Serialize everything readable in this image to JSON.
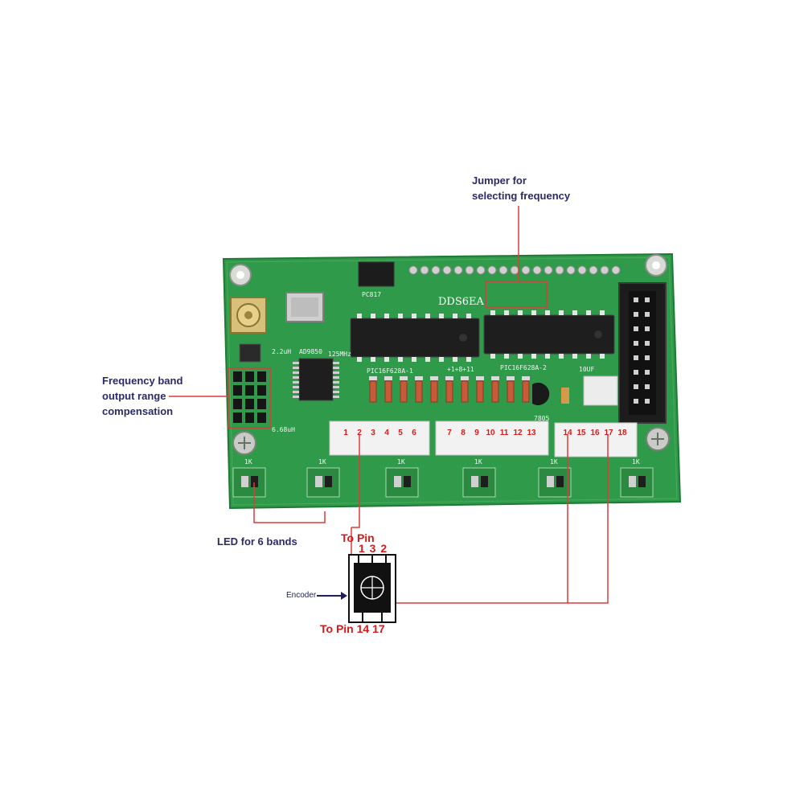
{
  "annotations": {
    "jumper": {
      "line1": "Jumper for",
      "line2": "selecting frequency"
    },
    "freq_band": {
      "line1": "Frequency band",
      "line2": "output range",
      "line3": "compensation"
    },
    "led": "LED for 6 bands"
  },
  "encoder": {
    "to_pin_top": "To Pin",
    "top_pins": "1 3 2",
    "to_pin_bottom": "To Pin 14 17",
    "label": "Encoder"
  },
  "pcb": {
    "board_name": "DDS6EA",
    "pc817": "PC817",
    "inductor1": "2.2uH",
    "ad9850": "AD9850",
    "clock": "125MHz",
    "pic1": "PIC16F628A-1",
    "picmid": "+1+8+11",
    "pic2": "PIC16F628A-2",
    "cap": "10UF",
    "inductor2": "6.68uH",
    "reg": "7805"
  },
  "connector_pins": {
    "group_a": [
      "1",
      "2",
      "3",
      "4",
      "5",
      "6"
    ],
    "group_b": [
      "7",
      "8",
      "9",
      "10",
      "11",
      "12",
      "13"
    ],
    "group_c": [
      "14",
      "15",
      "16",
      "17",
      "18"
    ]
  },
  "led_resistor_label": "1K",
  "colors": {
    "annotation_text": "#2a2a6a",
    "pointer": "#e03a3a",
    "pin_text": "#d61a1a",
    "pcb_green": "#2f9a4a"
  }
}
